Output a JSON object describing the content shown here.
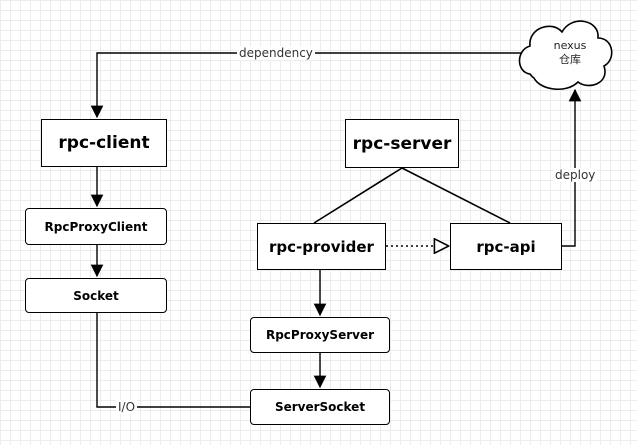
{
  "nodes": {
    "rpc_client": "rpc-client",
    "rpc_proxy_client": "RpcProxyClient",
    "socket": "Socket",
    "rpc_server": "rpc-server",
    "rpc_provider": "rpc-provider",
    "rpc_api": "rpc-api",
    "rpc_proxy_server": "RpcProxyServer",
    "server_socket": "ServerSocket"
  },
  "repository": {
    "name": "nexus",
    "subtitle": "仓库"
  },
  "edge_labels": {
    "dependency": "dependency",
    "deploy": "deploy",
    "io": "I/O"
  }
}
